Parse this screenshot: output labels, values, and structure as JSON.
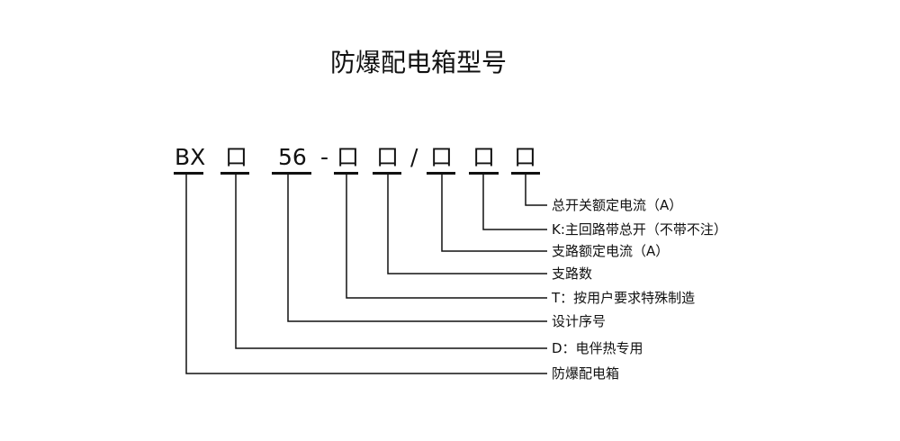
{
  "title": "防爆配电箱型号",
  "code_segments": [
    "BX",
    "口",
    "56",
    "-",
    "口",
    "口",
    "/",
    "口",
    "口",
    "口"
  ],
  "labels": [
    "总开关额定电流（A）",
    "K:主回路带总开（不带不注）",
    "支路额定电流（A）",
    "支路数",
    "T：按用户要求特殊制造",
    "设计序号",
    "D：电伴热专用",
    "防爆配电箱"
  ]
}
